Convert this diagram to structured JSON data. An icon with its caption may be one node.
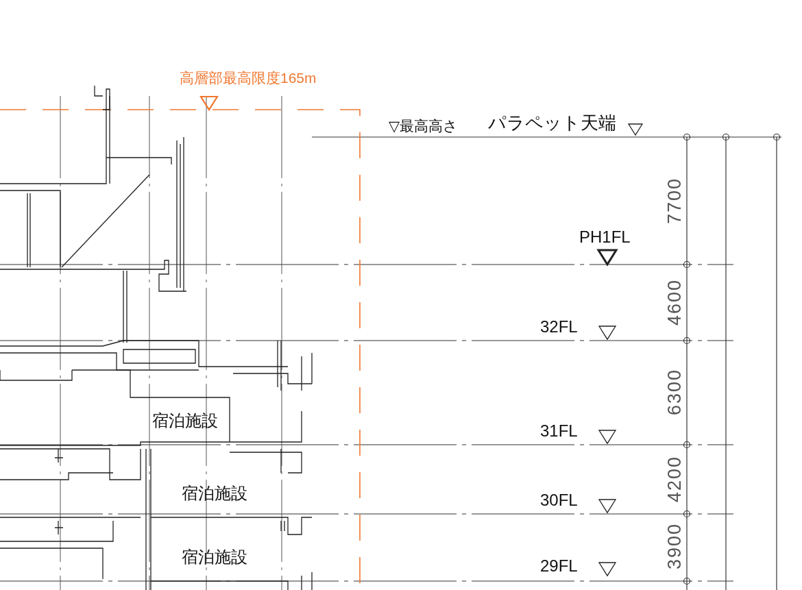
{
  "diagram": {
    "labels": [
      "高層部最高限度165m",
      "▽最高高さ",
      "パラペット天端",
      "7700",
      "PH1FL",
      "4600",
      "32FL",
      "6300",
      "宿泊施設",
      "31FL",
      "4200",
      "宿泊施設",
      "30FL",
      "3900",
      "宿泊施設",
      "29FL"
    ]
  }
}
